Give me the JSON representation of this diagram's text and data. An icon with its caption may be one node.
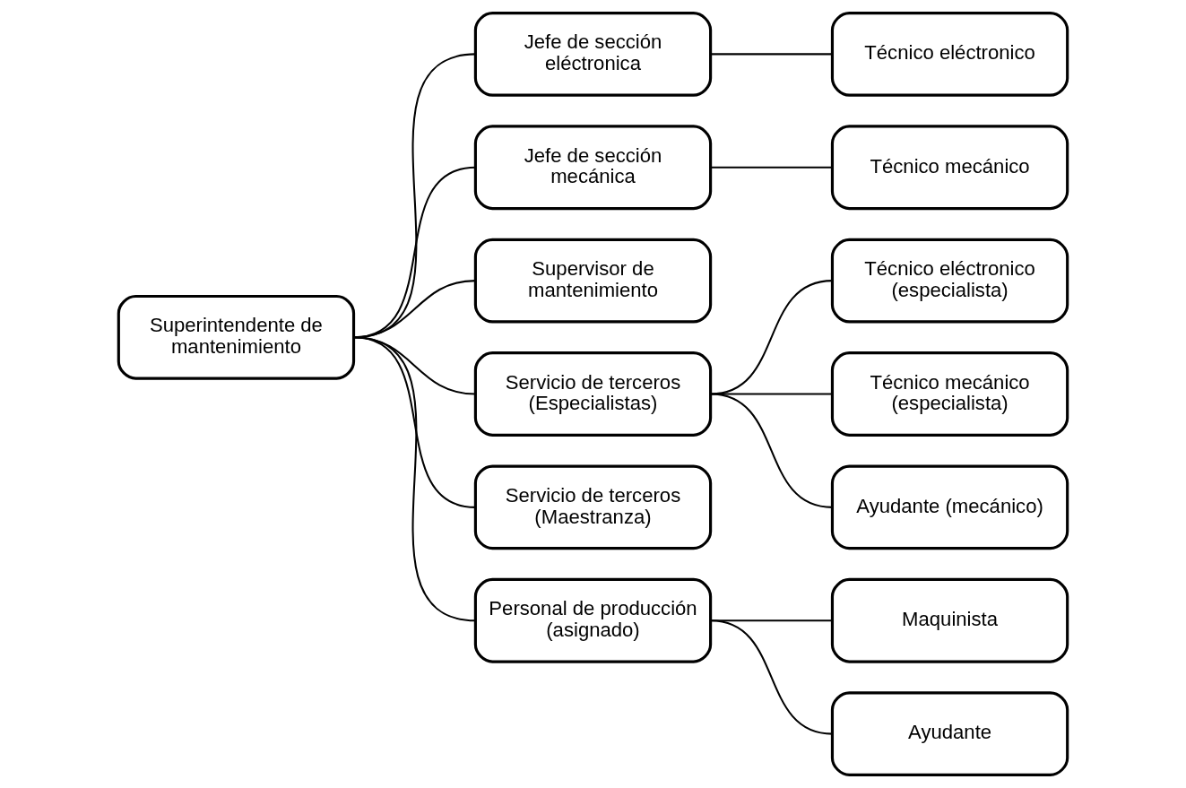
{
  "diagram": {
    "nodes": [
      {
        "text": [
          "Superintendente de mantenimiento"
        ]
      },
      {
        "text": [
          "Jefe de sección eléctronica"
        ]
      },
      {
        "text": [
          "Técnico eléctronico"
        ]
      },
      {
        "text": [
          "Jefe de sección mecánica"
        ]
      },
      {
        "text": [
          "Técnico mecánico"
        ]
      },
      {
        "text": [
          "Supervisor de mantenimiento"
        ]
      },
      {
        "text": [
          "Servicio de terceros (Especialistas)"
        ]
      },
      {
        "text": [
          "Técnico eléctronico (especialista)"
        ]
      },
      {
        "text": [
          "Técnico mecánico (especialista)"
        ]
      },
      {
        "text": [
          "Ayudante (mecánico)"
        ]
      },
      {
        "text": [
          "Servicio de terceros (Maestranza)"
        ]
      },
      {
        "text": [
          "Personal de producción (asignado)"
        ]
      },
      {
        "text": [
          "Maquinista"
        ]
      },
      {
        "text": [
          "Ayudante"
        ]
      }
    ],
    "edges": [
      {
        "from": 0,
        "to": 1,
        "arrow": "none"
      },
      {
        "from": 0,
        "to": 3,
        "arrow": "none"
      },
      {
        "from": 0,
        "to": 5,
        "arrow": "none"
      },
      {
        "from": 0,
        "to": 6,
        "arrow": "none"
      },
      {
        "from": 0,
        "to": 10,
        "arrow": "none"
      },
      {
        "from": 0,
        "to": 11,
        "arrow": "none"
      },
      {
        "from": 1,
        "to": 2,
        "arrow": "none"
      },
      {
        "from": 3,
        "to": 4,
        "arrow": "none"
      },
      {
        "from": 6,
        "to": 7,
        "arrow": "none"
      },
      {
        "from": 6,
        "to": 8,
        "arrow": "none"
      },
      {
        "from": 6,
        "to": 9,
        "arrow": "none"
      },
      {
        "from": 11,
        "to": 12,
        "arrow": "none"
      },
      {
        "from": 11,
        "to": 13,
        "arrow": "none"
      }
    ]
  }
}
